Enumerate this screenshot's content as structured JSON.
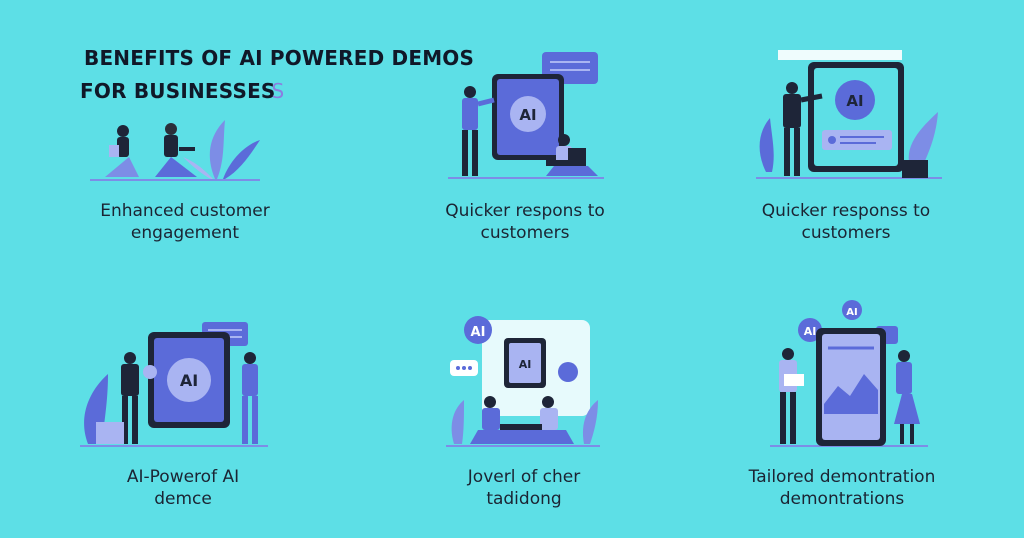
{
  "title": {
    "line1": "BENEFITS OF AI POWERED DEMOS",
    "line2": "FOR BUSINESSES",
    "ghost": "S"
  },
  "ai_label": "AI",
  "colors": {
    "background": "#5ddfe6",
    "primary": "#5b6bd9",
    "light": "#a9b4f2",
    "dark": "#1e2538",
    "plant": "#7d8de6"
  },
  "cards": [
    {
      "line1": "Enhanced customer",
      "line2": "engagement",
      "illustration": "team-working-icon"
    },
    {
      "line1": "Quicker respons to",
      "line2": "customers",
      "illustration": "tablet-ai-presentation-icon"
    },
    {
      "line1": "Quicker responss to",
      "line2": "customers",
      "illustration": "ai-dashboard-icon"
    },
    {
      "line1": "AI-Powerof AI",
      "line2": "demce",
      "illustration": "ai-tablet-duo-icon"
    },
    {
      "line1": "Joverl of cher",
      "line2": "tadidong",
      "illustration": "team-meeting-icon"
    },
    {
      "line1": "Tailored demontration",
      "line2": "demontrations",
      "illustration": "chart-presentation-icon"
    }
  ]
}
